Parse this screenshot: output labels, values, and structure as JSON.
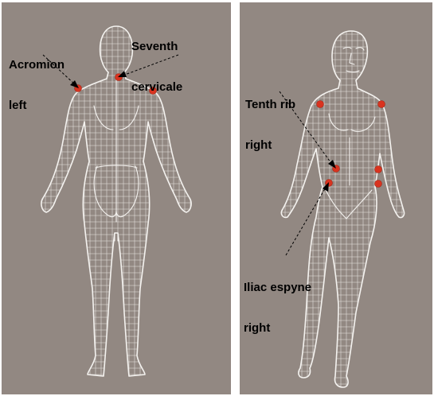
{
  "background_color": "#928882",
  "wireframe_color": "#f4f2ef",
  "landmark_color": "#d9331f",
  "figures": [
    {
      "view": "back",
      "labels": [
        {
          "lines": [
            "Acromion",
            "left"
          ]
        },
        {
          "lines": [
            "Seventh",
            "cervicale"
          ]
        }
      ]
    },
    {
      "view": "front-oblique",
      "labels": [
        {
          "lines": [
            "Tenth rib",
            "right"
          ]
        },
        {
          "lines": [
            "Iliac espyne",
            "right"
          ]
        }
      ]
    }
  ]
}
